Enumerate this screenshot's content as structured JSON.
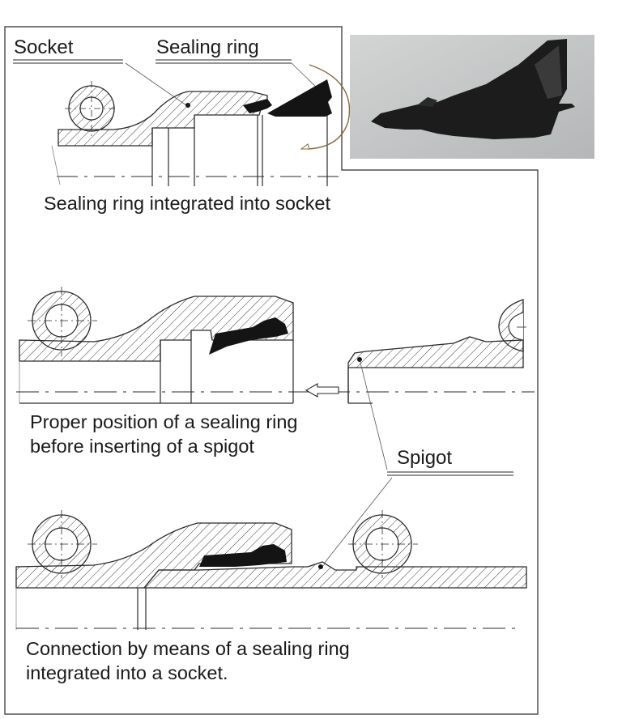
{
  "labels": {
    "socket": "Socket",
    "sealing_ring": "Sealing ring",
    "spigot": "Spigot"
  },
  "captions": {
    "integrated": "Sealing ring integrated into socket",
    "proper_position_line1": "Proper position of a sealing ring",
    "proper_position_line2": "before inserting of a spigot",
    "connection_line1": "Connection by means of a sealing ring",
    "connection_line2": "integrated into a socket."
  },
  "colors": {
    "line": "#2a2a2a",
    "ring_fill": "#141414",
    "photo_bg": "#c6c8c8",
    "arrow_brown": "#8a6a3a"
  }
}
